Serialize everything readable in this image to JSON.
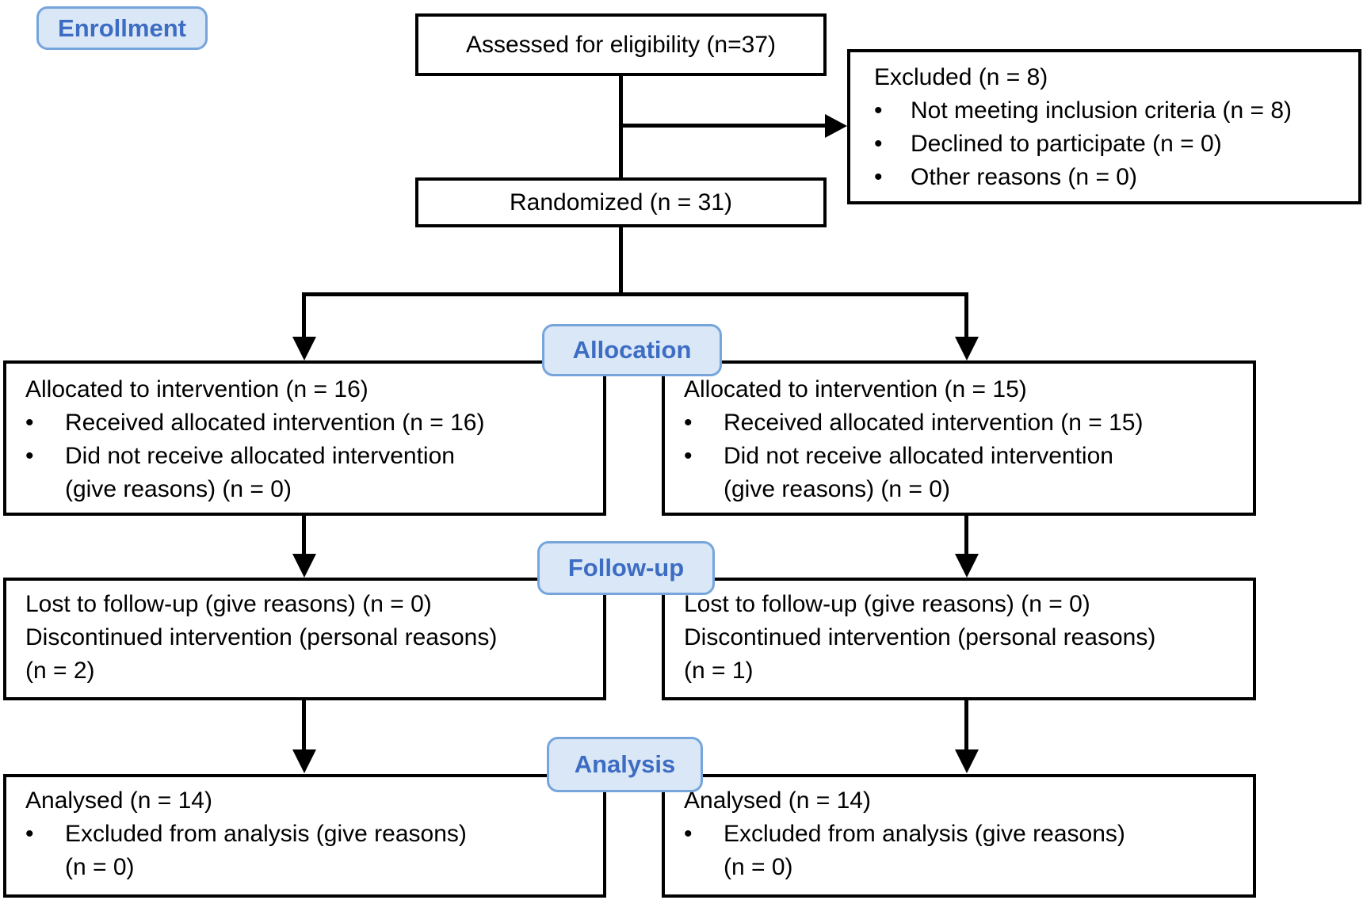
{
  "stage_labels": {
    "enrollment": "Enrollment",
    "allocation": "Allocation",
    "follow_up": "Follow-up",
    "analysis": "Analysis"
  },
  "colors": {
    "label_bg": "#dae7f6",
    "label_border": "#76a5db",
    "label_text": "#3d6cc3",
    "box_border": "#000000",
    "connector": "#000000"
  },
  "boxes": {
    "assessed": {
      "text": "Assessed for eligibility (n=37)"
    },
    "excluded": {
      "lines": [
        {
          "m": "",
          "t": "Excluded (n = 8)"
        },
        {
          "m": "•",
          "t": "Not meeting inclusion criteria (n = 8)"
        },
        {
          "m": "•",
          "t": "Declined to participate (n = 0)"
        },
        {
          "m": "•",
          "t": "Other reasons (n = 0)"
        }
      ]
    },
    "randomized": {
      "text": "Randomized (n = 31)"
    },
    "allocation_left": {
      "lines": [
        {
          "m": "",
          "t": "Allocated to intervention (n = 16)"
        },
        {
          "m": "•",
          "t": "Received allocated intervention (n = 16)"
        },
        {
          "m": "•",
          "t": "Did not receive allocated intervention"
        },
        {
          "m": "",
          "t": "(give reasons) (n = 0)"
        }
      ]
    },
    "allocation_right": {
      "lines": [
        {
          "m": "",
          "t": "Allocated to intervention (n = 15)"
        },
        {
          "m": "•",
          "t": "Received allocated intervention (n = 15)"
        },
        {
          "m": "•",
          "t": "Did not receive allocated intervention"
        },
        {
          "m": "",
          "t": "(give reasons) (n = 0)"
        }
      ]
    },
    "followup_left": {
      "lines": [
        {
          "t": "Lost to follow-up (give reasons) (n = 0)"
        },
        {
          "t": "Discontinued intervention (personal reasons)"
        },
        {
          "t": "(n = 2)"
        }
      ]
    },
    "followup_right": {
      "lines": [
        {
          "t": "Lost to follow-up (give reasons) (n = 0)"
        },
        {
          "t": "Discontinued intervention (personal reasons)"
        },
        {
          "t": "(n = 1)"
        }
      ]
    },
    "analysis_left": {
      "lines": [
        {
          "m": "",
          "t": "Analysed (n = 14)"
        },
        {
          "m": "•",
          "t": "Excluded from analysis (give reasons)"
        },
        {
          "m": "",
          "t": "(n = 0)"
        }
      ]
    },
    "analysis_right": {
      "lines": [
        {
          "m": "",
          "t": "Analysed (n = 14)"
        },
        {
          "m": "•",
          "t": "Excluded from analysis (give reasons)"
        },
        {
          "m": "",
          "t": "(n = 0)"
        }
      ]
    }
  }
}
